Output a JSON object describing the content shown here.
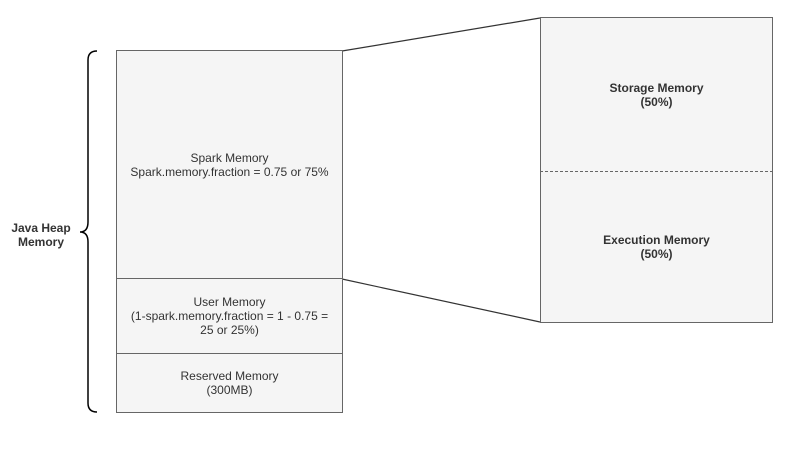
{
  "heap_label": {
    "line1": "Java Heap",
    "line2": "Memory"
  },
  "spark_memory": {
    "title": "Spark Memory",
    "detail": "Spark.memory.fraction = 0.75 or 75%"
  },
  "user_memory": {
    "title": "User Memory",
    "detail_line1": "(1-spark.memory.fraction = 1 - 0.75 =",
    "detail_line2": "25 or 25%)"
  },
  "reserved_memory": {
    "title": "Reserved Memory",
    "detail": "(300MB)"
  },
  "storage_memory": {
    "title": "Storage Memory",
    "detail": "(50%)"
  },
  "execution_memory": {
    "title": "Execution Memory",
    "detail": "(50%)"
  },
  "colors": {
    "box_fill": "#f5f5f5",
    "box_stroke": "#666666",
    "line": "#333333"
  }
}
